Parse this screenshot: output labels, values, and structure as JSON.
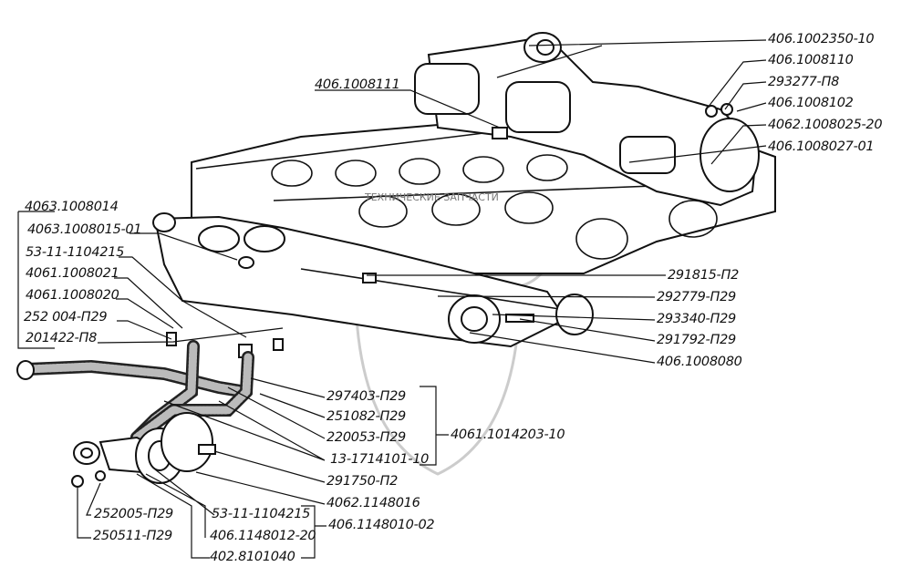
{
  "labels": {
    "top_right": [
      "406.1002350-10",
      "406.1008110",
      "293277-П8",
      "406.1008102",
      "4062.1008025-20",
      "406.1008027-01"
    ],
    "top_center": "406.1008111",
    "left": [
      "4063.1008014",
      "4063.1008015-01",
      "53-11-1104215",
      "4061.1008021",
      "4061.1008020",
      "252 004-П29",
      "201422-П8"
    ],
    "right_middle": [
      "291815-П2",
      "292779-П29",
      "293340-П29",
      "291792-П29",
      "406.1008080"
    ],
    "bottom_group": [
      "297403-П29",
      "251082-П29",
      "220053-П29",
      "13-1714101-10"
    ],
    "bottom_group_assembly": "4061.1014203-10",
    "bottom": [
      "291750-П2",
      "4062.1148016",
      "406.1148010-02"
    ],
    "bottom_left": [
      "252005-П29",
      "250511-П29"
    ],
    "bottom_sub": [
      "53-11-1104215",
      "406.1148012-20",
      "402.8101040"
    ]
  },
  "watermark": "ТЕХНИЧЕСКИЕ ЗАПЧАСТИ"
}
